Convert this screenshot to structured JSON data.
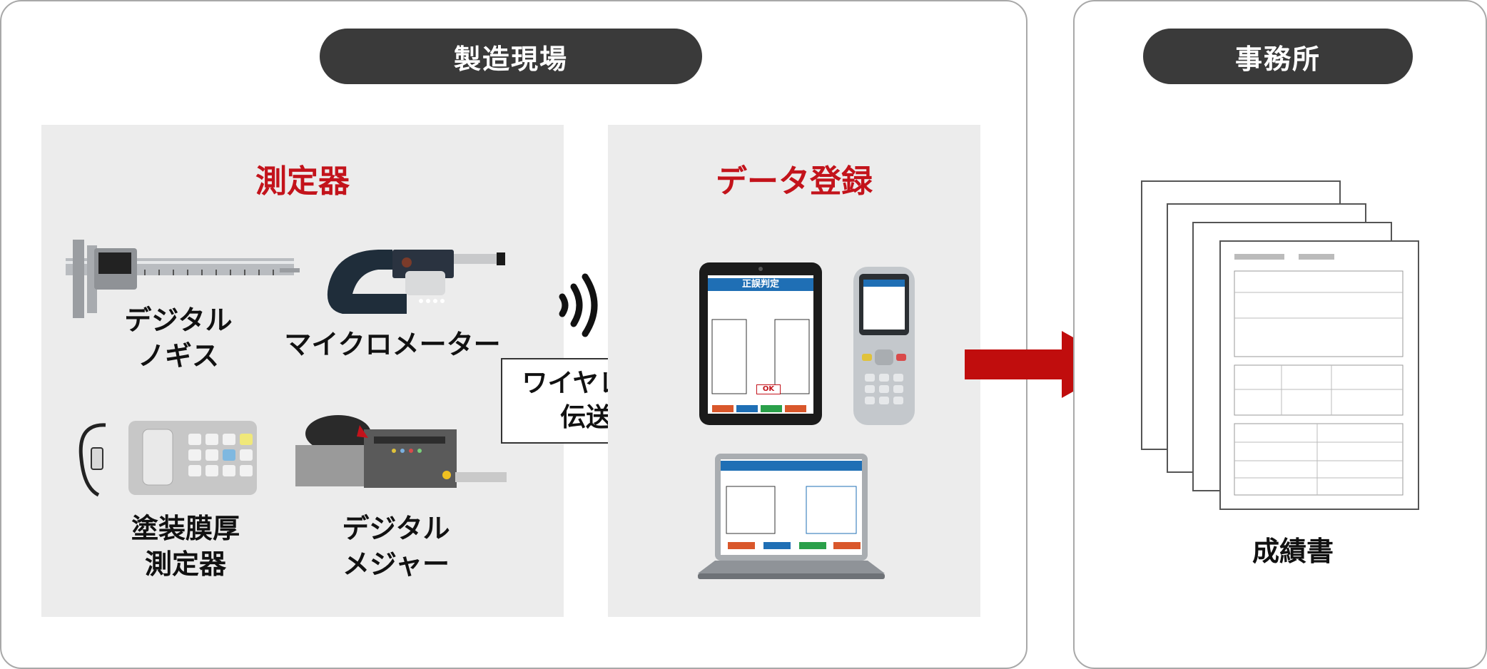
{
  "site": {
    "title": "製造現場",
    "measure": {
      "title": "測定器",
      "items": [
        {
          "line1": "デジタル",
          "line2": "ノギス"
        },
        {
          "line1": "マイクロメーター",
          "line2": ""
        },
        {
          "line1": "塗装膜厚",
          "line2": "測定器"
        },
        {
          "line1": "デジタル",
          "line2": "メジャー"
        }
      ]
    },
    "wireless": {
      "line1": "ワイヤレス",
      "line2": "伝送"
    },
    "register": {
      "title": "データ登録",
      "screen": {
        "header": "正誤判定",
        "judge_value": "OK"
      }
    }
  },
  "office": {
    "title": "事務所",
    "doc_label": "成績書"
  },
  "colors": {
    "accent_red": "#c3131b",
    "pill_bg": "#3a3a3a",
    "box_bg": "#ececec",
    "arrow_red": "#c00d0d"
  }
}
